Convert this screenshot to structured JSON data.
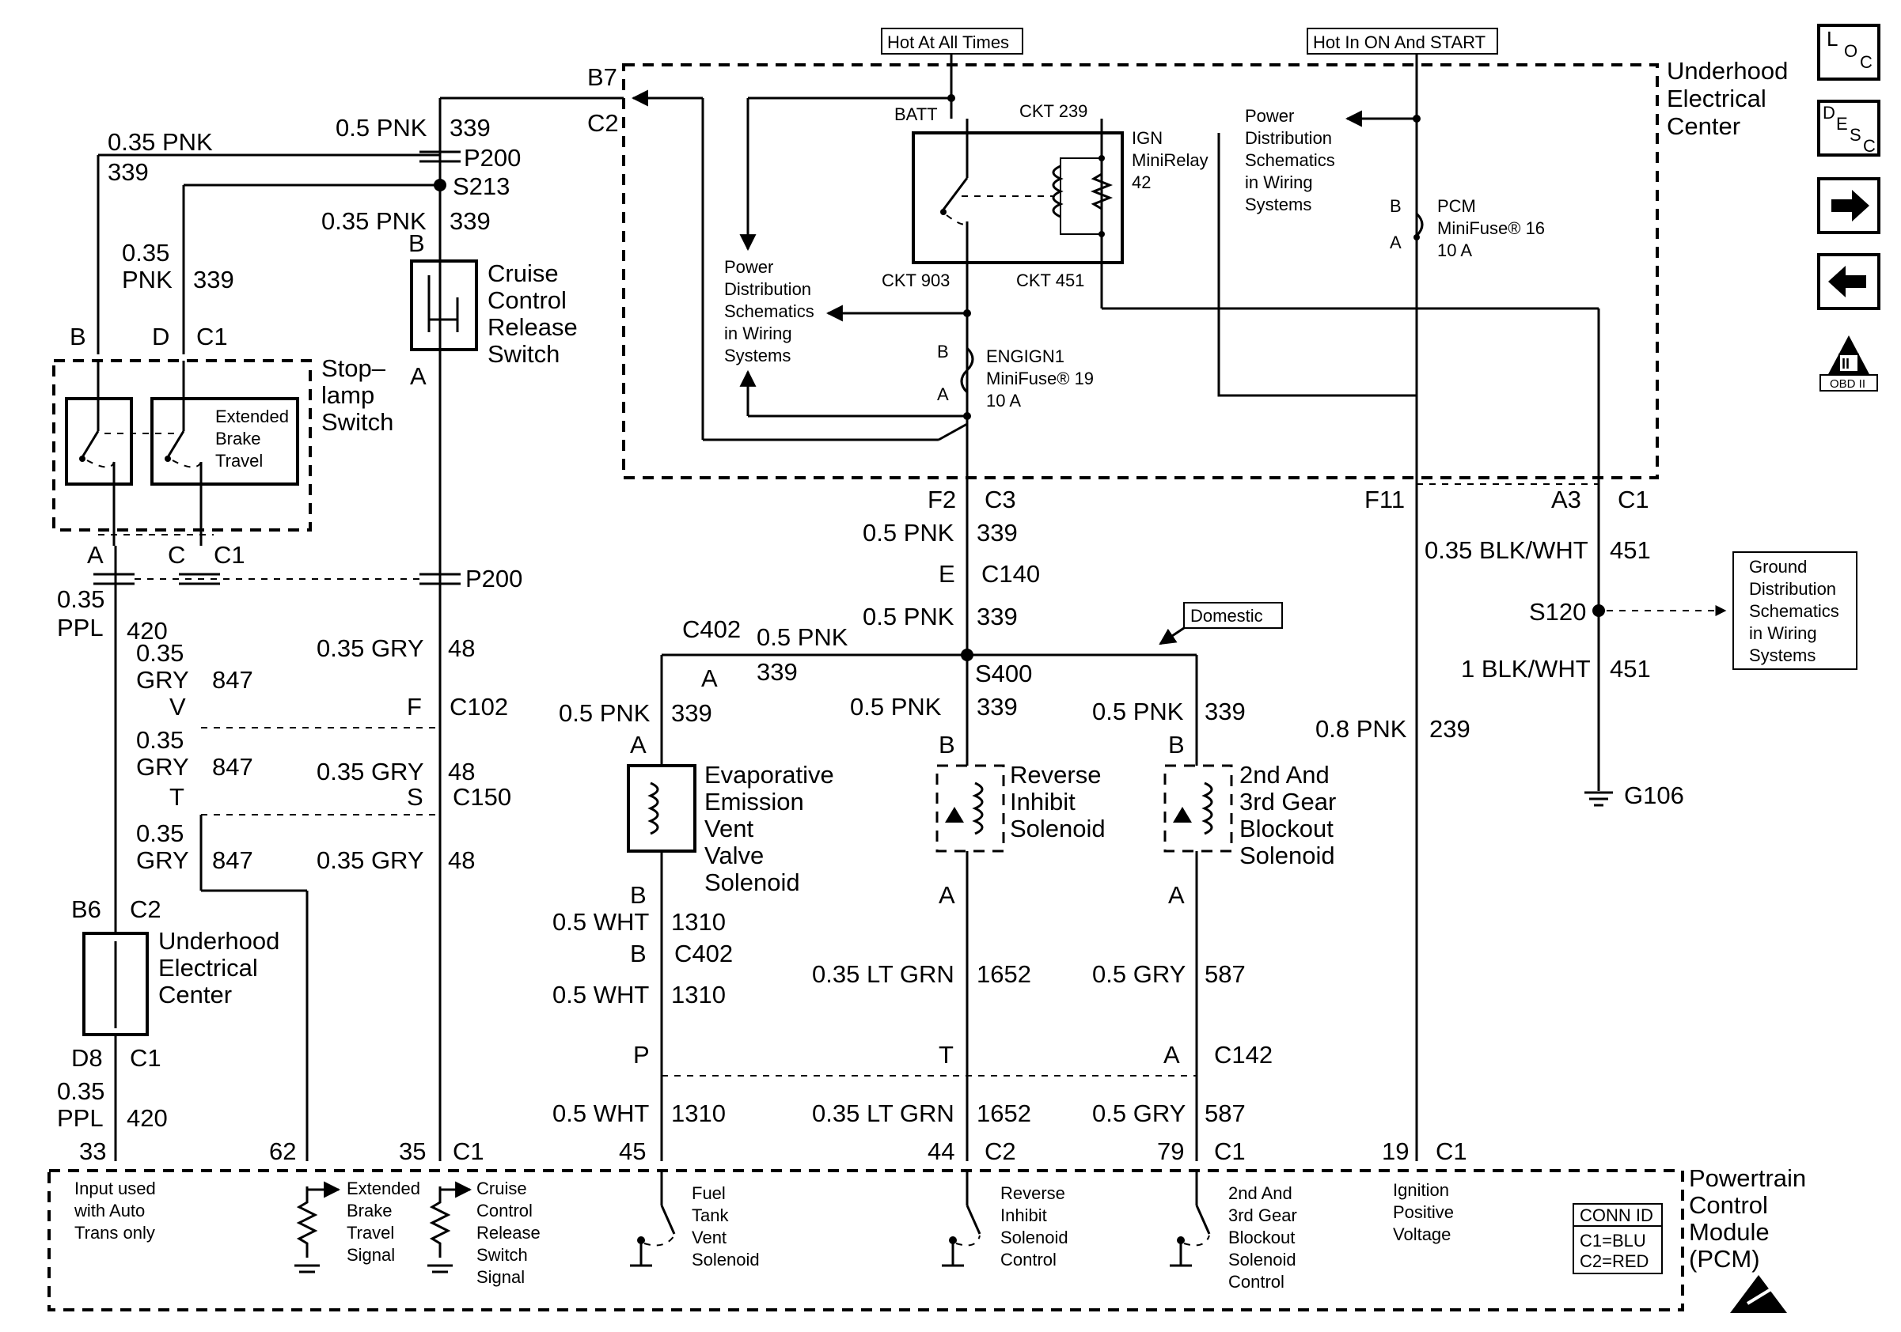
{
  "power": {
    "hot_all_times": "Hot At All Times",
    "hot_on_start": "Hot In ON And START",
    "batt": "BATT",
    "ckt239": "CKT 239",
    "ckt903": "CKT 903",
    "ckt451": "CKT 451",
    "relay_l1": "IGN",
    "relay_l2": "MiniRelay",
    "relay_l3": "42",
    "pcm_fuse_l1": "PCM",
    "pcm_fuse_l2": "MiniFuse® 16",
    "pcm_fuse_l3": "10 A",
    "eng_fuse_l1": "ENGIGN1",
    "eng_fuse_l2": "MiniFuse® 19",
    "eng_fuse_l3": "10 A",
    "fuse_b": "B",
    "fuse_a": "A",
    "pds1": [
      "Power",
      "Distribution",
      "Schematics",
      "in Wiring",
      "Systems"
    ],
    "pds2": [
      "Power",
      "Distribution",
      "Schematics",
      "in Wiring",
      "Systems"
    ],
    "uec_title": [
      "Underhood",
      "Electrical",
      "Center"
    ]
  },
  "nav": {
    "loc": "LOC",
    "desc": "DESC",
    "obd": "OBD II",
    "obd_numeral": "II"
  },
  "left": {
    "b7": "B7",
    "c2": "C2",
    "w035pnk": "0.35 PNK",
    "n339a": "339",
    "w05pnk": "0.5 PNK",
    "n339b": "339",
    "p200": "P200",
    "s213": "S213",
    "w035pnk2": "0.35 PNK",
    "n339c": "339",
    "w035": "0.35",
    "pnk": "PNK",
    "n339d": "339",
    "b": "B",
    "d": "D",
    "c1": "C1",
    "stoplamp": [
      "Stop–",
      "lamp",
      "Switch"
    ],
    "ext_brake": [
      "Extended",
      "Brake",
      "Travel"
    ],
    "cruise_b": "B",
    "cruise": [
      "Cruise",
      "Control",
      "Release",
      "Switch"
    ],
    "cruise_a": "A",
    "a": "A",
    "c": "C",
    "c1b": "C1",
    "p200b": "P200",
    "w035ppl_1": "0.35",
    "w035ppl_2": "PPL",
    "n420": "420",
    "w035gry_1": "0.35",
    "w035gry_2": "GRY",
    "n847": "847",
    "w035gry48": "0.35 GRY",
    "n48": "48",
    "v": "V",
    "f": "F",
    "c102": "C102",
    "w035gry_b1": "0.35",
    "w035gry_b2": "GRY",
    "n847b": "847",
    "w035gry48b": "0.35 GRY",
    "n48b": "48",
    "t": "T",
    "s": "S",
    "c150": "C150",
    "w035gry_c1": "0.35",
    "w035gry_c2": "GRY",
    "n847c": "847",
    "w035gry48c": "0.35 GRY",
    "n48c": "48",
    "b6": "B6",
    "c2b": "C2",
    "uec2": [
      "Underhood",
      "Electrical",
      "Center"
    ],
    "d8": "D8",
    "c1c": "C1",
    "w035ppl2_1": "0.35",
    "w035ppl2_2": "PPL",
    "n420b": "420"
  },
  "center": {
    "f2": "F2",
    "c3": "C3",
    "w05pnk": "0.5 PNK",
    "n339": "339",
    "e": "E",
    "c140": "C140",
    "w05pnk2": "0.5 PNK",
    "n339b": "339",
    "domestic": "Domestic",
    "c402": "C402",
    "w05pnk3": "0.5 PNK",
    "a": "A",
    "n339c": "339",
    "s400": "S400",
    "w05pnk_evap": "0.5 PNK",
    "n339_evap": "339",
    "w05pnk_rev": "0.5 PNK",
    "n339_rev": "339",
    "w05pnk_2nd": "0.5 PNK",
    "n339_2nd": "339",
    "evap_a": "A",
    "rev_b": "B",
    "second_b": "B",
    "evap": [
      "Evaporative",
      "Emission",
      "Vent",
      "Valve",
      "Solenoid"
    ],
    "rev": [
      "Reverse",
      "Inhibit",
      "Solenoid"
    ],
    "second": [
      "2nd And",
      "3rd Gear",
      "Blockout",
      "Solenoid"
    ],
    "evap_b": "B",
    "rev_a": "A",
    "second_a": "A",
    "w05wht": "0.5 WHT",
    "n1310": "1310",
    "c402b_b": "B",
    "c402b": "C402",
    "w05wht2": "0.5 WHT",
    "n1310b": "1310",
    "w035ltgrn": "0.35 LT GRN",
    "n1652": "1652",
    "w05gry": "0.5 GRY",
    "n587": "587",
    "p": "P",
    "t": "T",
    "a2": "A",
    "c142": "C142",
    "w05wht3": "0.5 WHT",
    "n1310c": "1310",
    "w035ltgrn2": "0.35 LT GRN",
    "n1652b": "1652",
    "w05gry2": "0.5 GRY",
    "n587b": "587"
  },
  "right": {
    "f11": "F11",
    "a3": "A3",
    "c1": "C1",
    "w035blkwht": "0.35 BLK/WHT",
    "n451": "451",
    "s120": "S120",
    "gds": [
      "Ground",
      "Distribution",
      "Schematics",
      "in Wiring",
      "Systems"
    ],
    "w1blkwht": "1 BLK/WHT",
    "n451b": "451",
    "w08pnk": "0.8 PNK",
    "n239": "239",
    "g106": "G106"
  },
  "pcm": {
    "pin33": "33",
    "pin62": "62",
    "pin35": "35",
    "c1a": "C1",
    "pin45": "45",
    "pin44": "44",
    "c2": "C2",
    "pin79": "79",
    "c1b": "C1",
    "pin19": "19",
    "c1c": "C1",
    "input_used": [
      "Input used",
      "with Auto",
      "Trans only"
    ],
    "ext_brake_sig": [
      "Extended",
      "Brake",
      "Travel",
      "Signal"
    ],
    "cruise_sig": [
      "Cruise",
      "Control",
      "Release",
      "Switch",
      "Signal"
    ],
    "fuel_tank": [
      "Fuel",
      "Tank",
      "Vent",
      "Solenoid"
    ],
    "rev_ctrl": [
      "Reverse",
      "Inhibit",
      "Solenoid",
      "Control"
    ],
    "second_ctrl": [
      "2nd And",
      "3rd Gear",
      "Blockout",
      "Solenoid",
      "Control"
    ],
    "ign_pos": [
      "Ignition",
      "Positive",
      "Voltage"
    ],
    "conn_id": "CONN ID",
    "conn_c1": "C1=BLU",
    "conn_c2": "C2=RED",
    "pcm_title": [
      "Powertrain",
      "Control",
      "Module",
      "(PCM)"
    ]
  }
}
